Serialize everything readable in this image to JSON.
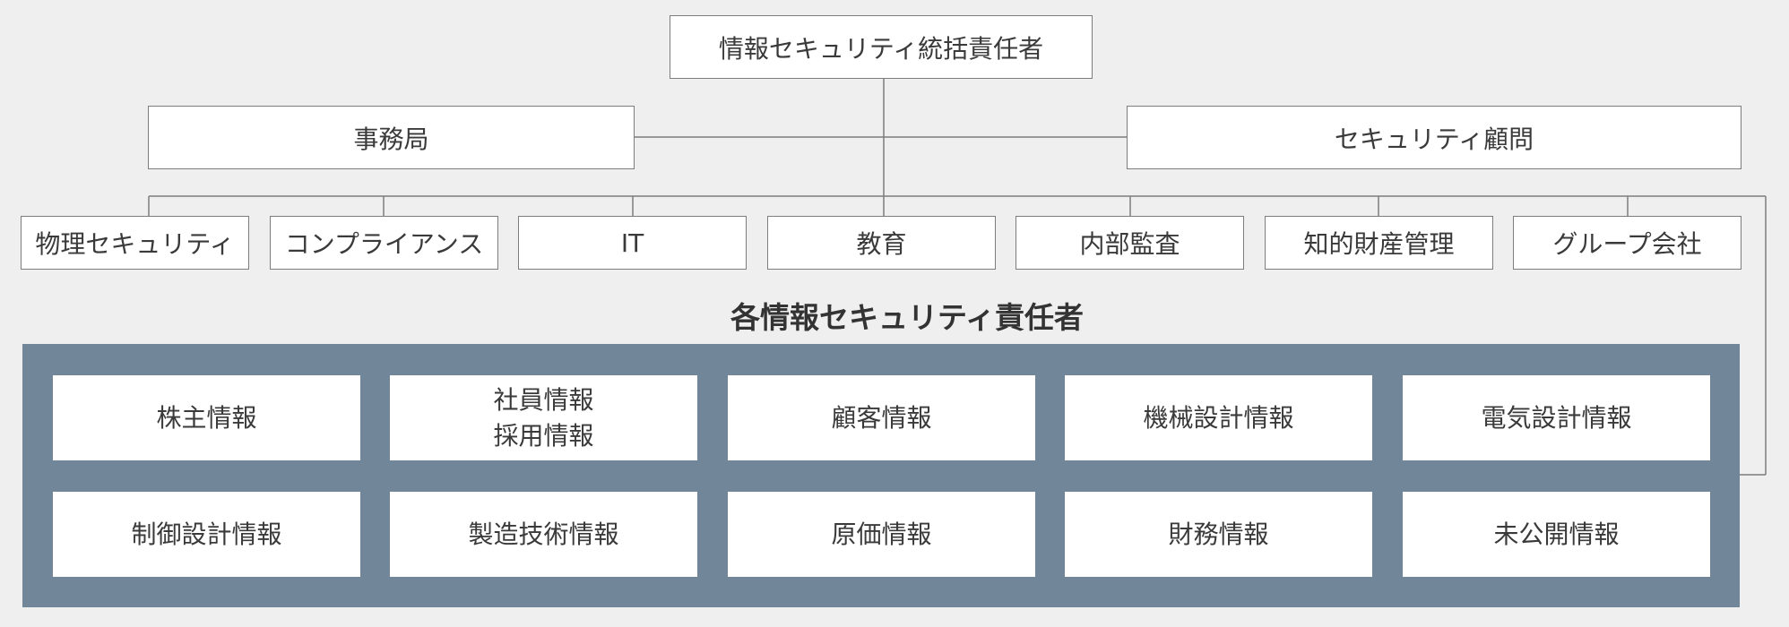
{
  "top": {
    "head": "情報セキュリティ統括責任者",
    "secretariat": "事務局",
    "advisor": "セキュリティ顧問"
  },
  "departments": [
    "物理セキュリティ",
    "コンプライアンス",
    "IT",
    "教育",
    "内部監査",
    "知的財産管理",
    "グループ会社"
  ],
  "section_title": "各情報セキュリティ責任者",
  "info_owners": {
    "row1": [
      {
        "lines": [
          "株主情報"
        ]
      },
      {
        "lines": [
          "社員情報",
          "採用情報"
        ]
      },
      {
        "lines": [
          "顧客情報"
        ]
      },
      {
        "lines": [
          "機械設計情報"
        ]
      },
      {
        "lines": [
          "電気設計情報"
        ]
      }
    ],
    "row2": [
      {
        "lines": [
          "制御設計情報"
        ]
      },
      {
        "lines": [
          "製造技術情報"
        ]
      },
      {
        "lines": [
          "原価情報"
        ]
      },
      {
        "lines": [
          "財務情報"
        ]
      },
      {
        "lines": [
          "未公開情報"
        ]
      }
    ]
  },
  "colors": {
    "background": "#efefef",
    "panel": "#718698",
    "box_border": "#7d7d7d",
    "connector": "#7d7d7d"
  }
}
